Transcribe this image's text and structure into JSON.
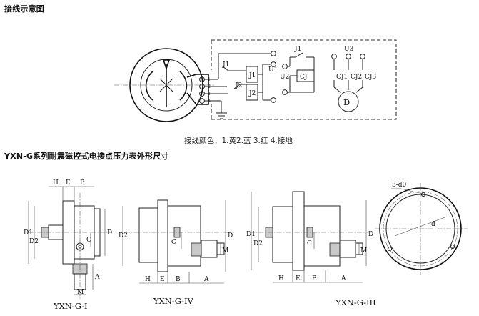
{
  "header": {
    "wiring_title": "接线示意图",
    "dimension_title": "YXN-G系列耐震磁控式电接点压力表外形尺寸"
  },
  "wiring": {
    "color_legend": "接线颜色：1.黄2.蓝  3.红  4.接地",
    "terminals": [
      "1",
      "2",
      "3",
      "4"
    ],
    "switch_labels": [
      "J1",
      "J2"
    ],
    "relay_labels": [
      "J1",
      "J2"
    ],
    "contactor": "CJ",
    "voltage_labels": [
      "U1",
      "U2",
      "U3"
    ],
    "motor_contacts": [
      "CJ1",
      "CJ2",
      "CJ3"
    ],
    "motor": "D"
  },
  "views": [
    {
      "caption": "YXN-G-I",
      "dims": {
        "h": "H",
        "e": "E",
        "b": "B",
        "d1": "D1",
        "d2": "D2",
        "d": "D",
        "c": "C",
        "a": "A",
        "m": "M"
      }
    },
    {
      "caption": "YXN-G-IV",
      "dims": {
        "c": "C",
        "d": "D",
        "d2": "D2",
        "m": "M",
        "h": "H",
        "e": "E",
        "b": "B",
        "a": "A"
      }
    },
    {
      "caption": "YXN-G-III",
      "dims": {
        "d1": "D1",
        "d2": "D2",
        "c": "C",
        "d": "D",
        "m": "M",
        "h": "H",
        "e": "E",
        "b": "B",
        "a": "A"
      }
    },
    {
      "caption": "",
      "dims": {
        "holes": "3-d0",
        "d": "d"
      }
    }
  ]
}
